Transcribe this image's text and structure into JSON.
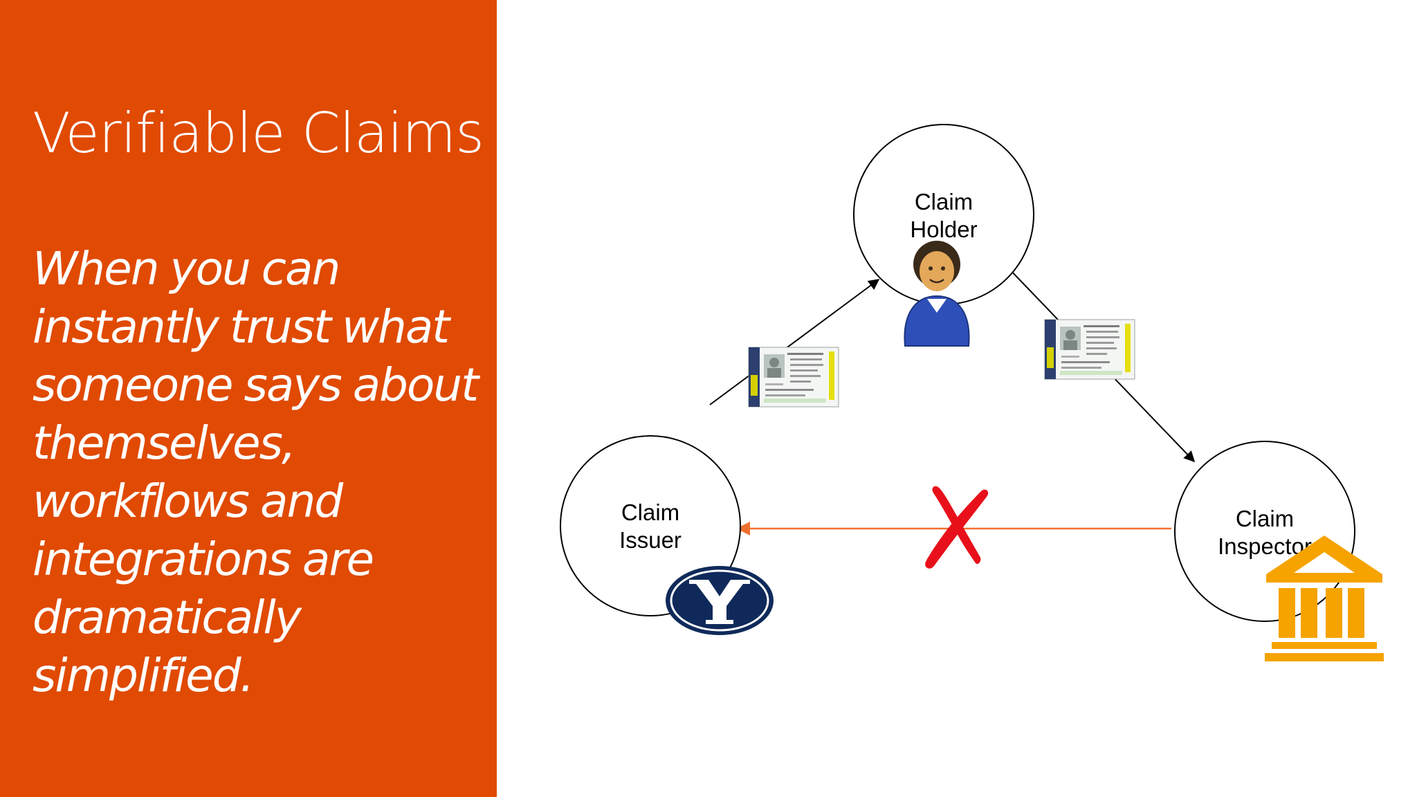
{
  "slide": {
    "title": "Verifiable Claims",
    "body": "When you can instantly trust what someone says about themselves, workflows and integrations are dramatically simplified."
  },
  "colors": {
    "panel_background": "#E04A03",
    "panel_text": "#FFFFFF",
    "broken_link_arrow": "#F07030",
    "cross_mark": "#E8101A",
    "issuer_logo": "#0F2A5A",
    "institution_icon": "#F6A300",
    "holder_sweater": "#2E4FB8"
  },
  "diagram": {
    "nodes": {
      "holder": {
        "line1": "Claim",
        "line2": "Holder"
      },
      "issuer": {
        "line1": "Claim",
        "line2": "Issuer"
      },
      "inspector": {
        "line1": "Claim",
        "line2": "Inspector"
      }
    },
    "icons": {
      "holder": "person-avatar-icon",
      "issuer": "byu-y-logo",
      "inspector": "bank-building-icon",
      "credential": "id-card-icon",
      "rejected_link": "red-x-mark-icon"
    }
  }
}
